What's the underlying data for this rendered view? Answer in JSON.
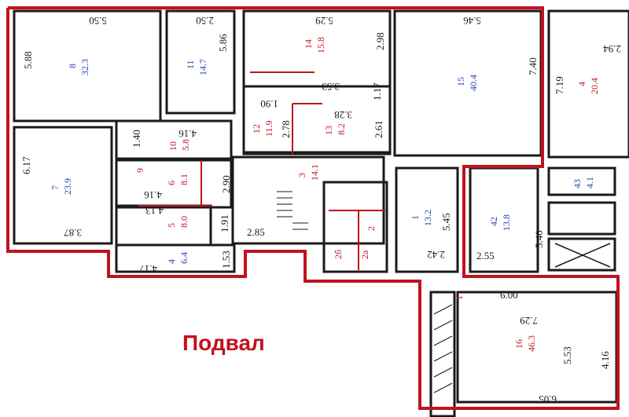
{
  "colors": {
    "outline": "#c1121f",
    "wall": "#1a1a1a",
    "room_label_blue": "#1f3fb3",
    "room_label_red": "#c1121f",
    "dimension_text": "#1a1a1a"
  },
  "floor_label": "Подвал",
  "rooms": [
    {
      "number": "8",
      "area": "32.3",
      "color": "blue"
    },
    {
      "number": "11",
      "area": "14.7",
      "color": "blue"
    },
    {
      "number": "14",
      "area": "15.8",
      "color": "red"
    },
    {
      "number": "15",
      "area": "40.4",
      "color": "blue"
    },
    {
      "number": "4",
      "area": "20.4",
      "color": "red"
    },
    {
      "number": "12",
      "area": "11.9",
      "color": "red"
    },
    {
      "number": "13",
      "area": "8.2",
      "color": "red"
    },
    {
      "number": "10",
      "area": "5.8",
      "color": "red"
    },
    {
      "number": "9",
      "area": "",
      "color": "red"
    },
    {
      "number": "7",
      "area": "23.9",
      "color": "blue"
    },
    {
      "number": "6",
      "area": "8.1",
      "color": "red"
    },
    {
      "number": "3",
      "area": "14.1",
      "color": "red"
    },
    {
      "number": "5",
      "area": "8.0",
      "color": "red"
    },
    {
      "number": "4",
      "area": "6.4",
      "color": "blue"
    },
    {
      "number": "1",
      "area": "13.2",
      "color": "blue"
    },
    {
      "number": "2б",
      "area": "",
      "color": "red"
    },
    {
      "number": "2а",
      "area": "",
      "color": "red"
    },
    {
      "number": "2",
      "area": "",
      "color": "red"
    },
    {
      "number": "43",
      "area": "4.1",
      "color": "blue"
    },
    {
      "number": "42",
      "area": "13.8",
      "color": "blue"
    },
    {
      "number": "16",
      "area": "46.3",
      "color": "red"
    },
    {
      "number": "1",
      "area": "",
      "color": "red"
    }
  ],
  "dimensions": [
    "5.50",
    "2.50",
    "5.29",
    "5.46",
    "5.88",
    "5.86",
    "2.98",
    "7.40",
    "2.94",
    "7.19",
    "3.53",
    "1.17",
    "1.90",
    "3.28",
    "2.78",
    "2.61",
    "1.40",
    "4.16",
    "6.17",
    "2.90",
    "4.16",
    "4.13",
    "1.91",
    "3.87",
    "2.85",
    "5.45",
    "2.42",
    "2.55",
    "5.40",
    "1.53",
    "4.17",
    "6.00",
    "7.29",
    "5.53",
    "4.16",
    "6.05"
  ]
}
